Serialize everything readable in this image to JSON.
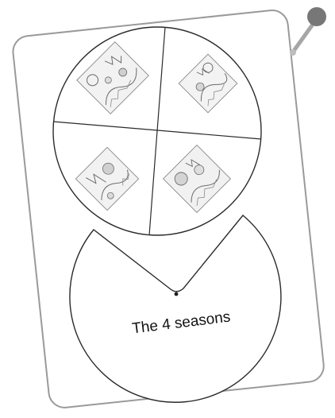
{
  "worksheet": {
    "caption": "The 4 seasons",
    "quadrants": [
      {
        "name": "spring-scene"
      },
      {
        "name": "summer-scene"
      },
      {
        "name": "autumn-scene"
      },
      {
        "name": "winter-scene"
      }
    ]
  },
  "colors": {
    "card_border": "#9a9a9a",
    "line": "#2a2a2a",
    "pin_head": "#777777",
    "pin_needle": "#a6a6a6",
    "sketch": "#6b6b6b"
  }
}
